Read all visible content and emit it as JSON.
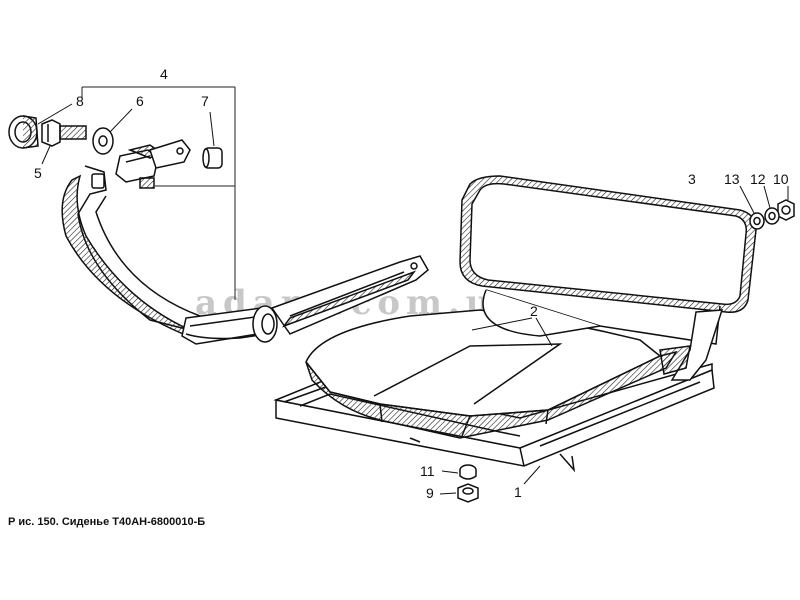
{
  "callouts": {
    "c1": "1",
    "c2": "2",
    "c3": "3",
    "c4": "4",
    "c5": "5",
    "c6": "6",
    "c7": "7",
    "c8": "8",
    "c9": "9",
    "c10": "10",
    "c11": "11",
    "c12": "12",
    "c13": "13"
  },
  "watermark": "adara.com.ua",
  "caption": "Р ис. 150. Сиденье Т40АН-6800010-Б"
}
